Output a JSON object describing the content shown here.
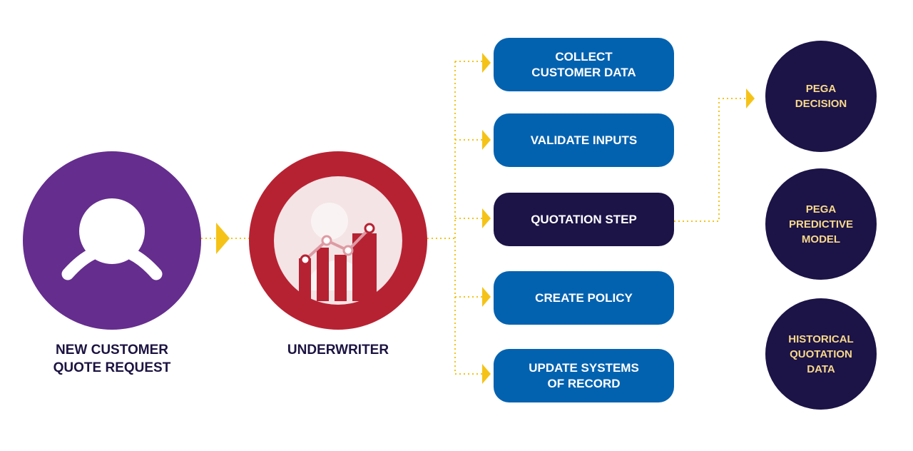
{
  "colors": {
    "customer": "#652d8e",
    "underwriter": "#b72232",
    "step_blue": "#0362b0",
    "step_dark": "#1c1347",
    "pega_node": "#1c1347",
    "pega_text": "#f8d98b",
    "connector": "#f5c318",
    "label_text": "#1c1341"
  },
  "icons": {
    "customer": "user-icon",
    "underwriter": "analytics-chart-icon"
  },
  "nodes": {
    "customer": {
      "label": "NEW CUSTOMER\nQUOTE REQUEST"
    },
    "underwriter": {
      "label": "UNDERWRITER"
    }
  },
  "steps": [
    {
      "label": "COLLECT\nCUSTOMER DATA",
      "variant": "blue"
    },
    {
      "label": "VALIDATE INPUTS",
      "variant": "blue"
    },
    {
      "label": "QUOTATION STEP",
      "variant": "dark"
    },
    {
      "label": "CREATE POLICY",
      "variant": "blue"
    },
    {
      "label": "UPDATE SYSTEMS\nOF RECORD",
      "variant": "blue"
    }
  ],
  "pega": [
    {
      "label": "PEGA\nDECISION"
    },
    {
      "label": "PEGA\nPREDICTIVE\nMODEL"
    },
    {
      "label": "HISTORICAL\nQUOTATION\nDATA"
    }
  ]
}
